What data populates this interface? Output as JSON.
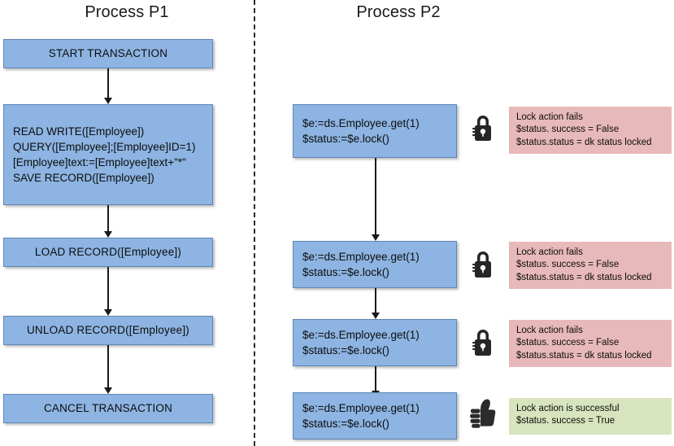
{
  "columns": {
    "left_title": "Process P1",
    "right_title": "Process P2"
  },
  "colors": {
    "box_fill": "#8db4e2",
    "box_border": "#5f86b4",
    "note_fail_bg": "#e8b9ba",
    "note_success_bg": "#d7e4bd",
    "icon": "#262626",
    "arrow": "#1a1a1a",
    "divider": "#2b2b2b"
  },
  "process_p1": {
    "steps": [
      {
        "label": "START TRANSACTION"
      },
      {
        "label": "READ WRITE([Employee])\nQUERY([Employee];[Employee]ID=1)\n[Employee]text:=[Employee]text+\"*\"\nSAVE RECORD([Employee])"
      },
      {
        "label": "LOAD RECORD([Employee])"
      },
      {
        "label": "UNLOAD RECORD([Employee])"
      },
      {
        "label": "CANCEL TRANSACTION"
      }
    ]
  },
  "process_p2": {
    "steps": [
      {
        "code": "$e:=ds.Employee.get(1)\n$status:=$e.lock()",
        "icon": "padlock-locked-icon",
        "note": "Lock action fails\n$status. success = False\n$status.status = dk status locked",
        "note_type": "fail"
      },
      {
        "code": "$e:=ds.Employee.get(1)\n$status:=$e.lock()",
        "icon": "padlock-locked-icon",
        "note": "Lock action fails\n$status. success = False\n$status.status = dk status locked",
        "note_type": "fail"
      },
      {
        "code": "$e:=ds.Employee.get(1)\n$status:=$e.lock()",
        "icon": "padlock-locked-icon",
        "note": "Lock action fails\n$status. success = False\n$status.status = dk status locked",
        "note_type": "fail"
      },
      {
        "code": "$e:=ds.Employee.get(1)\n$status:=$e.lock()",
        "icon": "thumbs-up-icon",
        "note": "Lock action is successful\n$status. success = True",
        "note_type": "success"
      }
    ]
  }
}
